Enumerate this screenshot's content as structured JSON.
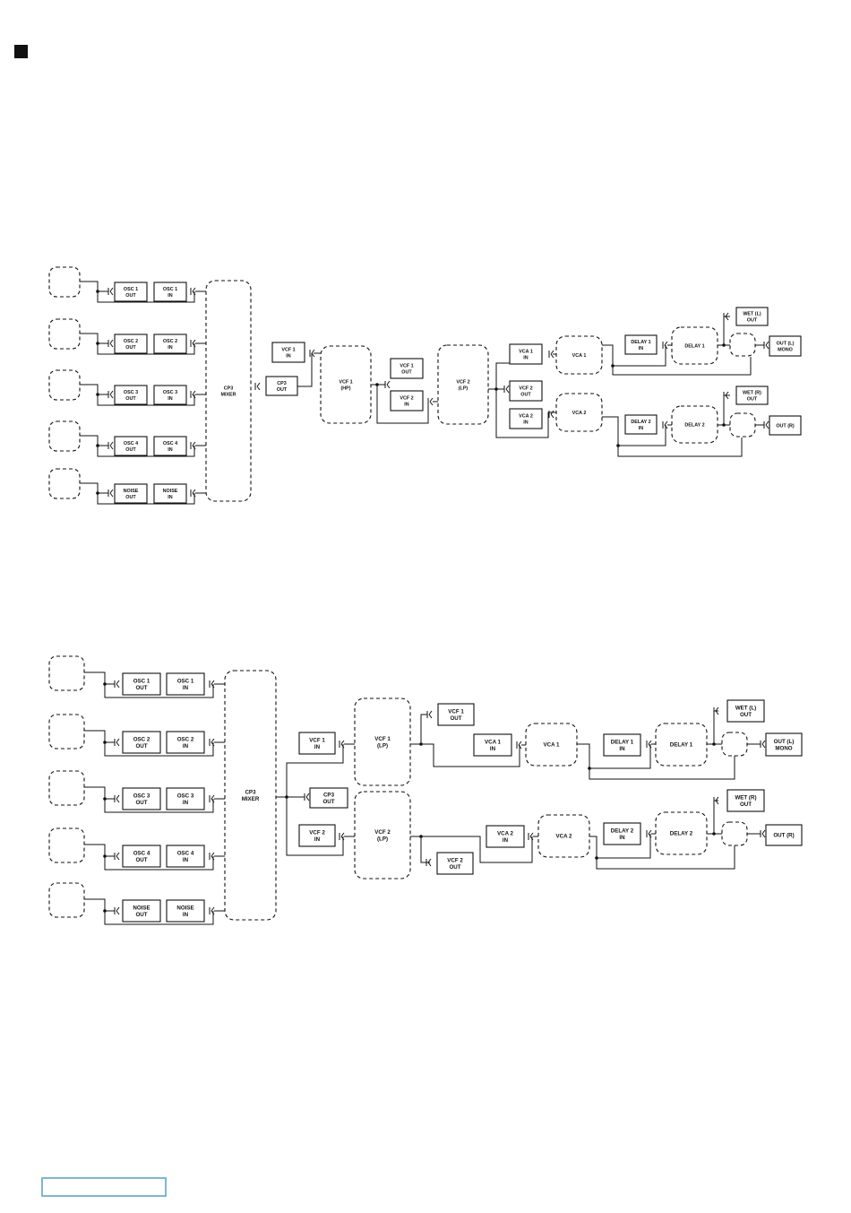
{
  "diagram1": {
    "osc1_out": [
      "OSC 1",
      "OUT"
    ],
    "osc1_in": [
      "OSC 1",
      "IN"
    ],
    "osc2_out": [
      "OSC 2",
      "OUT"
    ],
    "osc2_in": [
      "OSC 2",
      "IN"
    ],
    "osc3_out": [
      "OSC 3",
      "OUT"
    ],
    "osc3_in": [
      "OSC 3",
      "IN"
    ],
    "osc4_out": [
      "OSC 4",
      "OUT"
    ],
    "osc4_in": [
      "OSC 4",
      "IN"
    ],
    "noise_out": [
      "NOISE",
      "OUT"
    ],
    "noise_in": [
      "NOISE",
      "IN"
    ],
    "mixer": [
      "CP3",
      "MIXER"
    ],
    "cp3_out": [
      "CP3",
      "OUT"
    ],
    "vcf1_in": [
      "VCF 1",
      "IN"
    ],
    "vcf1": [
      "VCF 1",
      "(HP)"
    ],
    "vcf1_out": [
      "VCF 1",
      "OUT"
    ],
    "vcf2_in": [
      "VCF 2",
      "IN"
    ],
    "vcf2": [
      "VCF 2",
      "(LP)"
    ],
    "vca1_in": [
      "VCA 1",
      "IN"
    ],
    "vcf2_out": [
      "VCF 2",
      "OUT"
    ],
    "vca2_in": [
      "VCA 2",
      "IN"
    ],
    "vca1": [
      "VCA 1"
    ],
    "vca2": [
      "VCA 2"
    ],
    "delay1_in": [
      "DELAY 1",
      "IN"
    ],
    "delay1": [
      "DELAY 1"
    ],
    "delay2_in": [
      "DELAY 2",
      "IN"
    ],
    "delay2": [
      "DELAY 2"
    ],
    "wet_l": [
      "WET (L)",
      "OUT"
    ],
    "wet_r": [
      "WET (R)",
      "OUT"
    ],
    "out_l": [
      "OUT (L)",
      "MONO"
    ],
    "out_r": [
      "OUT (R)"
    ]
  },
  "diagram2": {
    "osc1_out": [
      "OSC 1",
      "OUT"
    ],
    "osc1_in": [
      "OSC 1",
      "IN"
    ],
    "osc2_out": [
      "OSC 2",
      "OUT"
    ],
    "osc2_in": [
      "OSC 2",
      "IN"
    ],
    "osc3_out": [
      "OSC 3",
      "OUT"
    ],
    "osc3_in": [
      "OSC 3",
      "IN"
    ],
    "osc4_out": [
      "OSC 4",
      "OUT"
    ],
    "osc4_in": [
      "OSC 4",
      "IN"
    ],
    "noise_out": [
      "NOISE",
      "OUT"
    ],
    "noise_in": [
      "NOISE",
      "IN"
    ],
    "mixer": [
      "CP3",
      "MIXER"
    ],
    "cp3_out": [
      "CP3",
      "OUT"
    ],
    "vcf1_in": [
      "VCF 1",
      "IN"
    ],
    "vcf2_in": [
      "VCF 2",
      "IN"
    ],
    "vcf1": [
      "VCF 1",
      "(LP)"
    ],
    "vcf2": [
      "VCF 2",
      "(LP)"
    ],
    "vcf1_out": [
      "VCF 1",
      "OUT"
    ],
    "vcf2_out": [
      "VCF 2",
      "OUT"
    ],
    "vca1_in": [
      "VCA 1",
      "IN"
    ],
    "vca2_in": [
      "VCA 2",
      "IN"
    ],
    "vca1": [
      "VCA 1"
    ],
    "vca2": [
      "VCA 2"
    ],
    "delay1_in": [
      "DELAY 1",
      "IN"
    ],
    "delay1": [
      "DELAY 1"
    ],
    "delay2_in": [
      "DELAY 2",
      "IN"
    ],
    "delay2": [
      "DELAY 2"
    ],
    "wet_l": [
      "WET (L)",
      "OUT"
    ],
    "wet_r": [
      "WET (R)",
      "OUT"
    ],
    "out_l": [
      "OUT (L)",
      "MONO"
    ],
    "out_r": [
      "OUT (R)"
    ]
  }
}
